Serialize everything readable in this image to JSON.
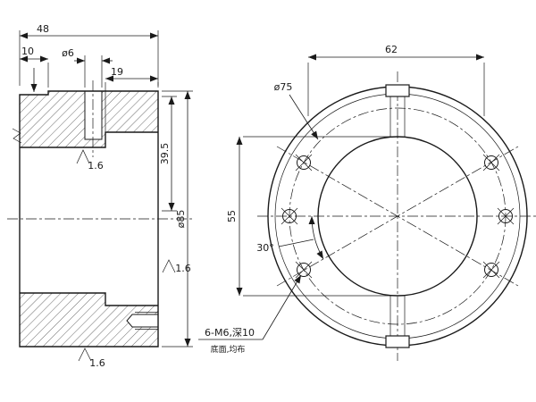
{
  "colors": {
    "line": "#1a1a1a",
    "background": "#ffffff"
  },
  "left_view": {
    "dim_overall_width": "48",
    "dim_groove_offset": "10",
    "dim_hole_diameter": "ø6",
    "dim_counterbore_depth": "19",
    "dim_bore_depth": "39.5",
    "dim_outer_diameter": "ø85",
    "roughness_bore": "1.6",
    "roughness_face": "1.6",
    "roughness_bottom": "1.6"
  },
  "right_view": {
    "dim_width": "62",
    "dim_bore_diameter": "55",
    "dim_bolt_circle": "ø75",
    "dim_hole_angle": "30°",
    "note_thread": "6-M6,深10",
    "note_placement": "底面,均布"
  }
}
